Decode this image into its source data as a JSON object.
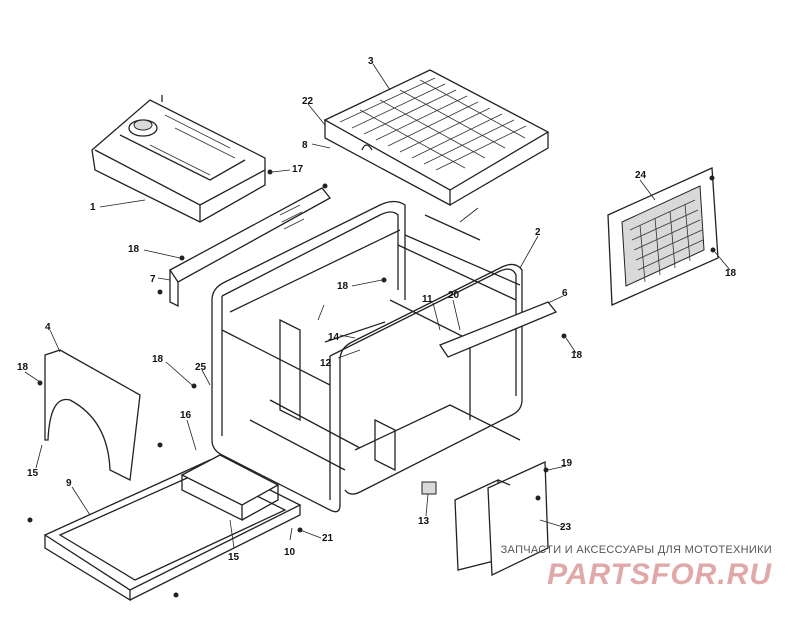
{
  "diagram": {
    "callouts": [
      "1",
      "2",
      "3",
      "4",
      "6",
      "7",
      "8",
      "9",
      "10",
      "11",
      "12",
      "13",
      "14",
      "15",
      "15",
      "16",
      "17",
      "18",
      "18",
      "18",
      "18",
      "18",
      "18",
      "19",
      "20",
      "21",
      "22",
      "23",
      "24",
      "25"
    ]
  },
  "watermark": {
    "caption": "ЗАПЧАСТИ И АКСЕССУАРЫ ДЛЯ МОТОТЕХНИКИ",
    "logo": "PARTSFOR.RU"
  }
}
